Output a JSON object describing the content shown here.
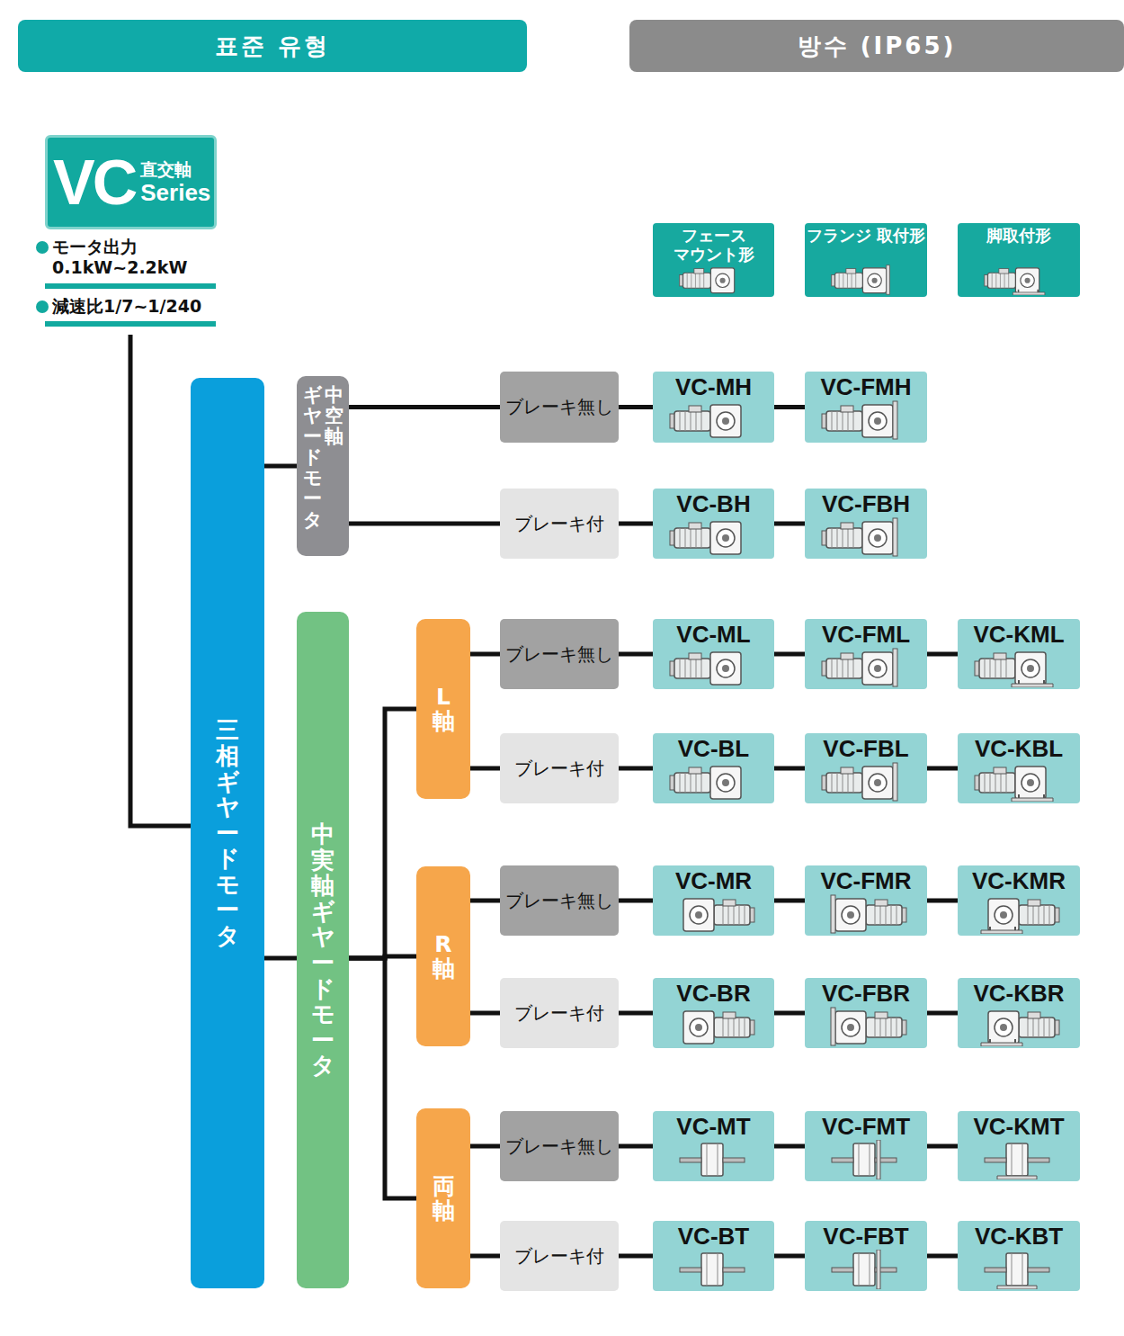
{
  "diagram": {
    "nodes": [
      {
        "text": [
          "표준 유형"
        ]
      },
      {
        "text": [
          "방수 (IP65)"
        ]
      },
      {
        "text": [
          "VC",
          "直交軸",
          "Series",
          "モータ出力 0.1kW~2.2kW",
          "減速比1/7~1/240"
        ]
      },
      {
        "text": [
          "フェース マウント形"
        ]
      },
      {
        "text": [
          "フランジ 取付形"
        ]
      },
      {
        "text": [
          "脚取付形"
        ]
      },
      {
        "text": [
          "三相ギヤードモータ"
        ]
      },
      {
        "text": [
          "中空軸",
          "ギヤードモータ"
        ]
      },
      {
        "text": [
          "ブレーキ無し"
        ]
      },
      {
        "text": [
          "VC-MH"
        ]
      },
      {
        "text": [
          "VC-FMH"
        ]
      },
      {
        "text": [
          "ブレーキ付"
        ]
      },
      {
        "text": [
          "VC-BH"
        ]
      },
      {
        "text": [
          "VC-FBH"
        ]
      },
      {
        "text": [
          "中実軸ギヤードモータ"
        ]
      },
      {
        "text": [
          "L軸"
        ]
      },
      {
        "text": [
          "ブレーキ無し"
        ]
      },
      {
        "text": [
          "VC-ML"
        ]
      },
      {
        "text": [
          "VC-FML"
        ]
      },
      {
        "text": [
          "VC-KML"
        ]
      },
      {
        "text": [
          "ブレーキ付"
        ]
      },
      {
        "text": [
          "VC-BL"
        ]
      },
      {
        "text": [
          "VC-FBL"
        ]
      },
      {
        "text": [
          "VC-KBL"
        ]
      },
      {
        "text": [
          "R軸"
        ]
      },
      {
        "text": [
          "ブレーキ無し"
        ]
      },
      {
        "text": [
          "VC-MR"
        ]
      },
      {
        "text": [
          "VC-FMR"
        ]
      },
      {
        "text": [
          "VC-KMR"
        ]
      },
      {
        "text": [
          "ブレーキ付"
        ]
      },
      {
        "text": [
          "VC-BR"
        ]
      },
      {
        "text": [
          "VC-FBR"
        ]
      },
      {
        "text": [
          "VC-KBR"
        ]
      },
      {
        "text": [
          "両軸"
        ]
      },
      {
        "text": [
          "ブレーキ無し"
        ]
      },
      {
        "text": [
          "VC-MT"
        ]
      },
      {
        "text": [
          "VC-FMT"
        ]
      },
      {
        "text": [
          "VC-KMT"
        ]
      },
      {
        "text": [
          "ブレーキ付"
        ]
      },
      {
        "text": [
          "VC-BT"
        ]
      },
      {
        "text": [
          "VC-FBT"
        ]
      },
      {
        "text": [
          "VC-KBT"
        ]
      }
    ],
    "edges": [
      {
        "from": 2,
        "to": 6,
        "arrow": "none"
      },
      {
        "from": 6,
        "to": 7,
        "arrow": "none"
      },
      {
        "from": 6,
        "to": 14,
        "arrow": "none"
      },
      {
        "from": 7,
        "to": 8,
        "arrow": "none"
      },
      {
        "from": 7,
        "to": 11,
        "arrow": "none"
      },
      {
        "from": 8,
        "to": 9,
        "arrow": "none"
      },
      {
        "from": 9,
        "to": 10,
        "arrow": "none"
      },
      {
        "from": 11,
        "to": 12,
        "arrow": "none"
      },
      {
        "from": 12,
        "to": 13,
        "arrow": "none"
      },
      {
        "from": 14,
        "to": 15,
        "arrow": "none"
      },
      {
        "from": 14,
        "to": 24,
        "arrow": "none"
      },
      {
        "from": 14,
        "to": 33,
        "arrow": "none"
      },
      {
        "from": 15,
        "to": 16,
        "arrow": "none"
      },
      {
        "from": 15,
        "to": 20,
        "arrow": "none"
      },
      {
        "from": 16,
        "to": 17,
        "arrow": "none"
      },
      {
        "from": 17,
        "to": 18,
        "arrow": "none"
      },
      {
        "from": 18,
        "to": 19,
        "arrow": "none"
      },
      {
        "from": 20,
        "to": 21,
        "arrow": "none"
      },
      {
        "from": 21,
        "to": 22,
        "arrow": "none"
      },
      {
        "from": 22,
        "to": 23,
        "arrow": "none"
      },
      {
        "from": 24,
        "to": 25,
        "arrow": "none"
      },
      {
        "from": 24,
        "to": 29,
        "arrow": "none"
      },
      {
        "from": 25,
        "to": 26,
        "arrow": "none"
      },
      {
        "from": 26,
        "to": 27,
        "arrow": "none"
      },
      {
        "from": 27,
        "to": 28,
        "arrow": "none"
      },
      {
        "from": 29,
        "to": 30,
        "arrow": "none"
      },
      {
        "from": 30,
        "to": 31,
        "arrow": "none"
      },
      {
        "from": 31,
        "to": 32,
        "arrow": "none"
      },
      {
        "from": 33,
        "to": 34,
        "arrow": "none"
      },
      {
        "from": 33,
        "to": 38,
        "arrow": "none"
      },
      {
        "from": 34,
        "to": 35,
        "arrow": "none"
      },
      {
        "from": 35,
        "to": 36,
        "arrow": "none"
      },
      {
        "from": 36,
        "to": 37,
        "arrow": "none"
      },
      {
        "from": 38,
        "to": 39,
        "arrow": "none"
      },
      {
        "from": 39,
        "to": 40,
        "arrow": "none"
      },
      {
        "from": 40,
        "to": 41,
        "arrow": "none"
      }
    ]
  }
}
